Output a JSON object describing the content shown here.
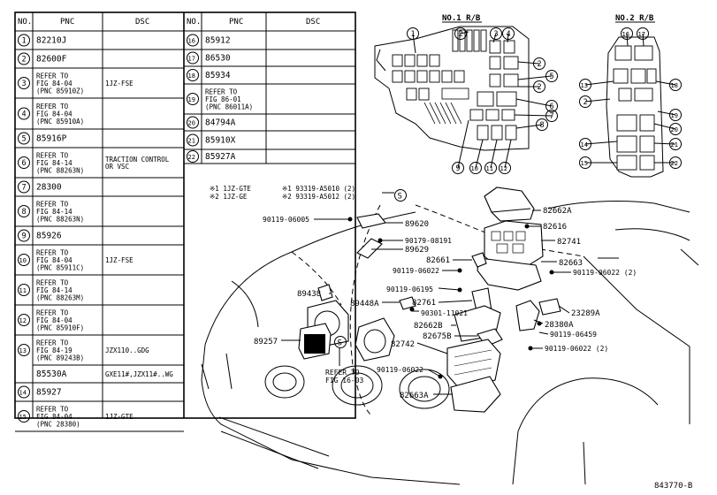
{
  "table": {
    "headers": [
      "NO.",
      "PNC",
      "DSC"
    ],
    "left_rows": [
      {
        "no": "1",
        "pnc": [
          "82210J"
        ],
        "dsc": []
      },
      {
        "no": "2",
        "pnc": [
          "82600F"
        ],
        "dsc": []
      },
      {
        "no": "3",
        "pnc": [
          "REFER TO",
          "FIG 84-04",
          "(PNC 85910Z)"
        ],
        "dsc": [
          "1JZ-FSE"
        ]
      },
      {
        "no": "4",
        "pnc": [
          "REFER TO",
          "FIG 84-04",
          "(PNC 85910A)"
        ],
        "dsc": []
      },
      {
        "no": "5",
        "pnc": [
          "85916P"
        ],
        "dsc": []
      },
      {
        "no": "6",
        "pnc": [
          "REFER TO",
          "FIG 84-14",
          "(PNC 88263N)"
        ],
        "dsc": [
          "TRACTION CONTROL",
          "OR VSC"
        ]
      },
      {
        "no": "7",
        "pnc": [
          "28300"
        ],
        "dsc": []
      },
      {
        "no": "8",
        "pnc": [
          "REFER TO",
          "FIG 84-14",
          "(PNC 88263N)"
        ],
        "dsc": []
      },
      {
        "no": "9",
        "pnc": [
          "85926"
        ],
        "dsc": []
      },
      {
        "no": "10",
        "pnc": [
          "REFER TO",
          "FIG 84-04",
          "(PNC 85911C)"
        ],
        "dsc": [
          "1JZ-FSE"
        ]
      },
      {
        "no": "11",
        "pnc": [
          "REFER TO",
          "FIG 84-14",
          "(PNC 88263M)"
        ],
        "dsc": []
      },
      {
        "no": "12",
        "pnc": [
          "REFER TO",
          "FIG 84-04",
          "(PNC 85910F)"
        ],
        "dsc": []
      },
      {
        "no": "13",
        "pnc": [
          "REFER TO",
          "FIG 84-19",
          "(PNC 89243B)"
        ],
        "dsc": [
          "JZX110..GDG"
        ]
      },
      {
        "no": "",
        "pnc": [
          "85530A"
        ],
        "dsc": [
          "GXE11#,JZX11#..WG"
        ]
      },
      {
        "no": "14",
        "pnc": [
          "85927"
        ],
        "dsc": []
      },
      {
        "no": "15",
        "pnc": [
          "REFER TO",
          "FIG 84-04",
          "(PNC 28380)"
        ],
        "dsc": [
          "1JZ-GTE"
        ]
      }
    ],
    "right_rows": [
      {
        "no": "16",
        "pnc": [
          "85912"
        ],
        "dsc": []
      },
      {
        "no": "17",
        "pnc": [
          "86530"
        ],
        "dsc": []
      },
      {
        "no": "18",
        "pnc": [
          "85934"
        ],
        "dsc": []
      },
      {
        "no": "19",
        "pnc": [
          "REFER TO",
          "FIG 86-01",
          "(PNC 86011A)"
        ],
        "dsc": []
      },
      {
        "no": "20",
        "pnc": [
          "84794A"
        ],
        "dsc": []
      },
      {
        "no": "21",
        "pnc": [
          "85910X"
        ],
        "dsc": []
      },
      {
        "no": "22",
        "pnc": [
          "85927A"
        ],
        "dsc": []
      }
    ]
  },
  "rb_titles": {
    "no1": "NO.1 R/B",
    "no2": "NO.2 R/B"
  },
  "rb1_callouts": [
    "1",
    "2",
    "3",
    "4",
    "2",
    "5",
    "2",
    "6",
    "7",
    "8",
    "9",
    "10",
    "11",
    "12"
  ],
  "rb2_callouts": [
    "16",
    "17",
    "13",
    "18",
    "2",
    "19",
    "20",
    "14",
    "21",
    "15",
    "22"
  ],
  "engine_notes": {
    "e1": "※1 1JZ-GTE",
    "e2": "※2 1JZ-GE",
    "p1": "※1 93319-A5010 (2)",
    "p2": "※2 93319-A5012 (2)"
  },
  "labels": {
    "l90119_06005": "90119-06005",
    "l89620": "89620",
    "l90179_08191": "90179-08191",
    "l89629": "89629",
    "l90119_06022a": "90119-06022",
    "l82661": "82661",
    "l82663": "82663",
    "l90119_06022b": "90119-06022 (2)",
    "l90119_06195": "90119-06195",
    "l89438": "89438",
    "l89448A": "89448A",
    "l82761": "82761",
    "l90301_11021": "90301-11021",
    "l82662B": "82662B",
    "l82742": "82742",
    "l82675B": "82675B",
    "l89257": "89257",
    "l90119_06022c": "90119-06022",
    "l82663A": "82663A",
    "l82662A": "82662A",
    "l82616": "82616",
    "l82741": "82741",
    "l23289A": "23289A",
    "l28380A": "28380A",
    "l90119_06459": "90119-06459",
    "l90119_06022d": "90119-06022 (2)",
    "refer": [
      "REFER TO",
      "FIG 16-03"
    ]
  },
  "s_mark": "S",
  "figure_id": "843770-B"
}
